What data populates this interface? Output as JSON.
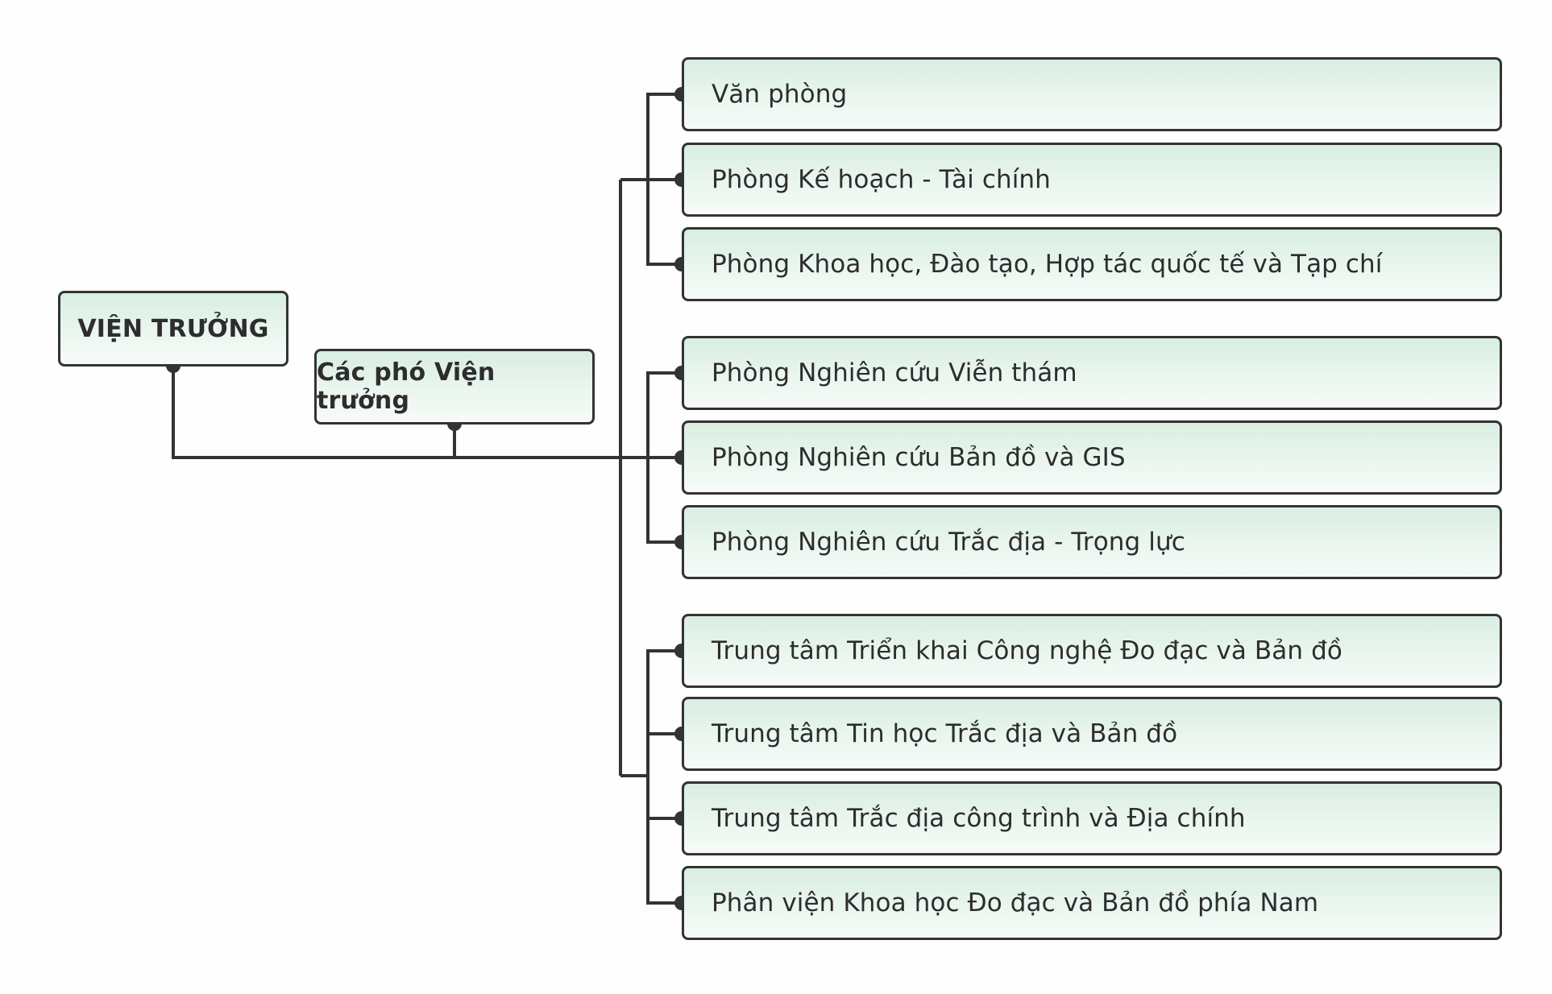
{
  "director": {
    "label": "VIỆN TRƯỞNG"
  },
  "deputies": {
    "label": "Các phó Viện trưởng"
  },
  "unit_groups": [
    {
      "units": [
        {
          "label": "Văn phòng"
        },
        {
          "label": "Phòng Kế hoạch - Tài chính"
        },
        {
          "label": "Phòng Khoa học, Đào tạo, Hợp tác quốc tế và Tạp chí"
        }
      ]
    },
    {
      "units": [
        {
          "label": "Phòng Nghiên cứu Viễn thám"
        },
        {
          "label": "Phòng Nghiên cứu Bản đồ và GIS"
        },
        {
          "label": "Phòng Nghiên cứu Trắc địa - Trọng lực"
        }
      ]
    },
    {
      "units": [
        {
          "label": "Trung tâm Triển khai Công nghệ Đo đạc và Bản đồ"
        },
        {
          "label": "Trung tâm Tin học Trắc địa và Bản đồ"
        },
        {
          "label": "Trung tâm Trắc địa công trình và Địa chính"
        },
        {
          "label": "Phân viện Khoa học Đo đạc và Bản đồ phía Nam"
        }
      ]
    }
  ],
  "colors": {
    "line": "#333333",
    "box_fill_top": "#d9eee2",
    "box_fill_bottom": "#f7fbf8",
    "text": "#2d2d2d"
  }
}
